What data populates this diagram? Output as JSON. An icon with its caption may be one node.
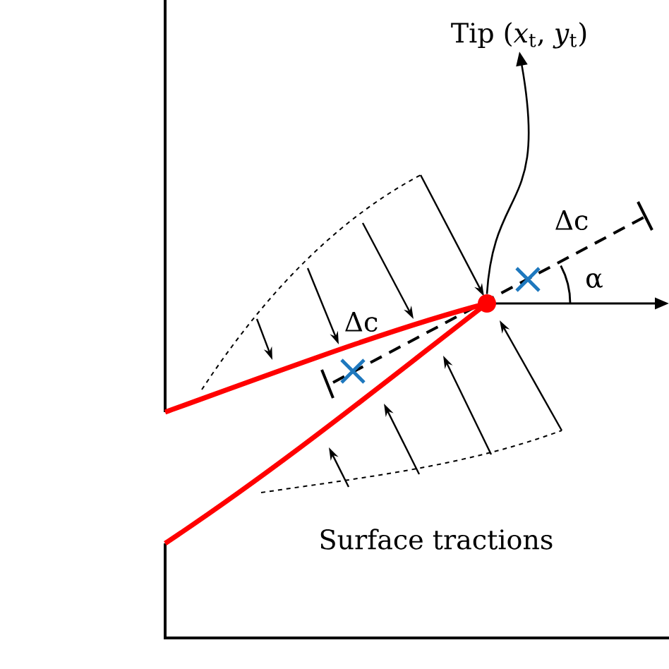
{
  "diagram": {
    "nodes": [
      {
        "text": [
          "Tip (*x*$_{t}$, *y*$_{t}$)"
        ]
      },
      {
        "text": [],
        "shape": "circle"
      }
    ],
    "edges": [
      {
        "from": 1,
        "to": 0,
        "arrow": "to"
      }
    ],
    "labels": [
      "Δc",
      "α",
      "Δc",
      "Surface tractions"
    ]
  }
}
